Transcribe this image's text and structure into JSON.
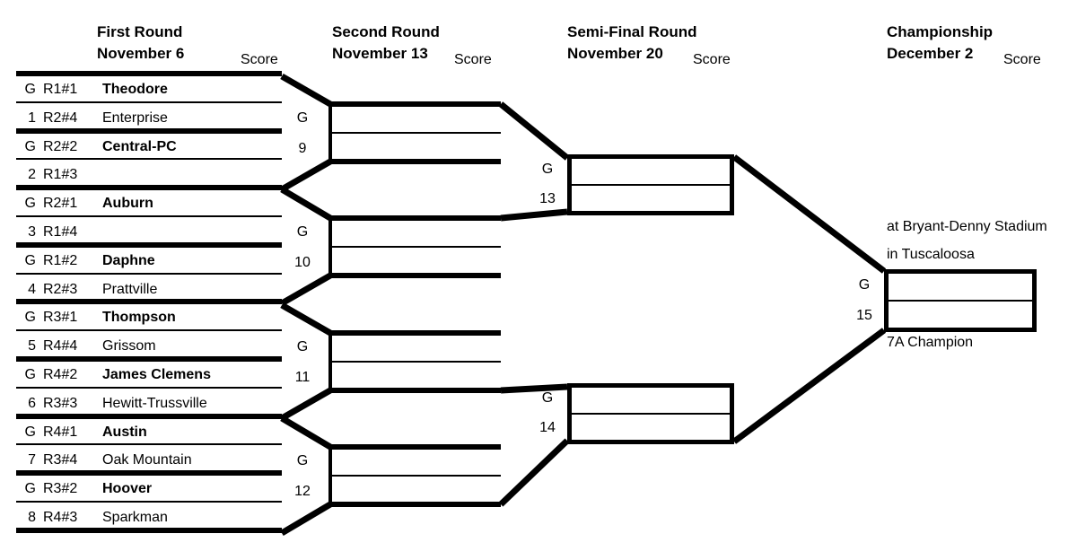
{
  "rounds": [
    {
      "title": "First Round",
      "date": "November 6",
      "score_label": "Score"
    },
    {
      "title": "Second Round",
      "date": "November 13",
      "score_label": "Score"
    },
    {
      "title": "Semi-Final Round",
      "date": "November 20",
      "score_label": "Score"
    },
    {
      "title": "Championship",
      "date": "December 2",
      "score_label": "Score"
    }
  ],
  "first_round": [
    {
      "seed": "G",
      "code": "R1#1",
      "team": "Theodore",
      "winner": true
    },
    {
      "seed": "1",
      "code": "R2#4",
      "team": "Enterprise",
      "winner": false
    },
    {
      "seed": "G",
      "code": "R2#2",
      "team": "Central-PC",
      "winner": true
    },
    {
      "seed": "2",
      "code": "R1#3",
      "team": "",
      "winner": false
    },
    {
      "seed": "G",
      "code": "R2#1",
      "team": "Auburn",
      "winner": true
    },
    {
      "seed": "3",
      "code": "R1#4",
      "team": "",
      "winner": false
    },
    {
      "seed": "G",
      "code": "R1#2",
      "team": "Daphne",
      "winner": true
    },
    {
      "seed": "4",
      "code": "R2#3",
      "team": "Prattville",
      "winner": false
    },
    {
      "seed": "G",
      "code": "R3#1",
      "team": "Thompson",
      "winner": true
    },
    {
      "seed": "5",
      "code": "R4#4",
      "team": "Grissom",
      "winner": false
    },
    {
      "seed": "G",
      "code": "R4#2",
      "team": "James Clemens",
      "winner": true
    },
    {
      "seed": "6",
      "code": "R3#3",
      "team": "Hewitt-Trussville",
      "winner": false
    },
    {
      "seed": "G",
      "code": "R4#1",
      "team": "Austin",
      "winner": true
    },
    {
      "seed": "7",
      "code": "R3#4",
      "team": "Oak Mountain",
      "winner": false
    },
    {
      "seed": "G",
      "code": "R3#2",
      "team": "Hoover",
      "winner": true
    },
    {
      "seed": "8",
      "code": "R4#3",
      "team": "Sparkman",
      "winner": false
    }
  ],
  "second_round_scores": [
    {
      "letter": "G",
      "number": "9"
    },
    {
      "letter": "G",
      "number": "10"
    },
    {
      "letter": "G",
      "number": "11"
    },
    {
      "letter": "G",
      "number": "12"
    }
  ],
  "semifinal_scores": [
    {
      "letter": "G",
      "number": "13"
    },
    {
      "letter": "G",
      "number": "14"
    }
  ],
  "championship_score": {
    "letter": "G",
    "number": "15"
  },
  "championship": {
    "venue_line1": "at Bryant-Denny Stadium",
    "venue_line2": "in Tuscaloosa",
    "caption": "7A Champion"
  },
  "colors": {
    "ink": "#000000",
    "paper": "#ffffff"
  }
}
